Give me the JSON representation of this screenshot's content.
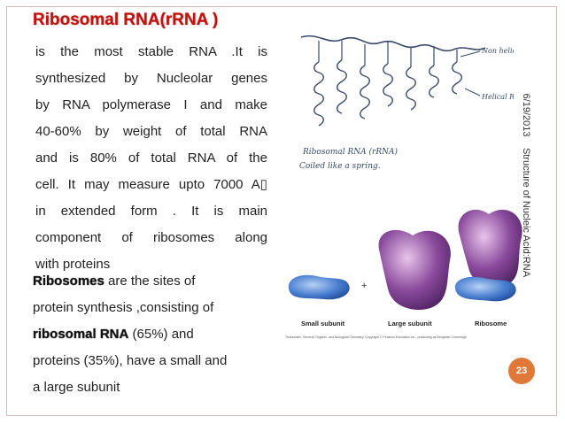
{
  "slide": {
    "title": "Ribosomal RNA(rRNA )",
    "paragraph1_lines": [
      "is the most stable RNA .It is",
      "synthesized by Nucleolar genes",
      "by RNA polymerase I  and make",
      "40-60% by weight of total RNA",
      "and is 80% of total RNA  of the",
      "cell. It may measure upto 7000 A▯",
      "in extended form . It is main",
      "component of ribosomes  along",
      "with proteins"
    ],
    "paragraph2": {
      "line1_bold": "Ribosomes",
      "line1_rest": " are the sites of",
      "line2": "protein synthesis ,consisting of",
      "line3_bold": "ribosomal RNA",
      "line3_rest": " (65%) and",
      "line4": "proteins (35%),  have a small and",
      "line5": "a large subunit"
    },
    "side_date": "6/19/2013",
    "side_title": "Structure of Nucleic Acid:RNA",
    "page_number": "23",
    "diagram": {
      "label_nonhelical": "Non helical Region",
      "label_helical": "Helical Region",
      "caption_line1": "Ribosomal RNA (rRNA)",
      "caption_line2": "Coiled like a spring."
    },
    "ribosome_figure": {
      "label_small": "Small subunit",
      "label_large": "Large subunit",
      "label_ribosome": "Ribosome",
      "plus": "+",
      "credit": "Timberlake, General, Organic, and Biological Chemistry. Copyright © Pearson Education Inc., publishing as Benjamin Cummings"
    }
  },
  "colors": {
    "title": "#c0150f",
    "badge": "#e0783a",
    "small_subunit": "#4a7fd0",
    "large_subunit": "#8a4a9c"
  }
}
